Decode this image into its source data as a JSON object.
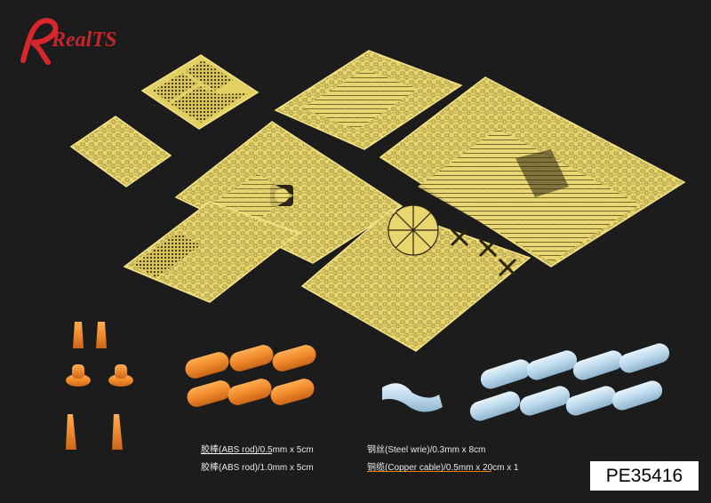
{
  "brand": {
    "logo_text": "RealTS",
    "logo_color": "#d9262c"
  },
  "legend": {
    "abs_rod_1": "胶棒(ABS rod)/0.5mm x 5cm",
    "abs_rod_2": "胶棒(ABS rod)/1.0mm x 5cm",
    "steel_wire": "钢丝(Steel wrie)/0.3mm x 8cm",
    "copper_cable": "铜缆(Copper cable)/0.5mm x 20cm x 1"
  },
  "product_code": "PE35416",
  "colors": {
    "background": "#1c1c1c",
    "brass": "#e8d66a",
    "resin_orange": "#f08a2a",
    "resin_blue": "#bcd9ec"
  }
}
